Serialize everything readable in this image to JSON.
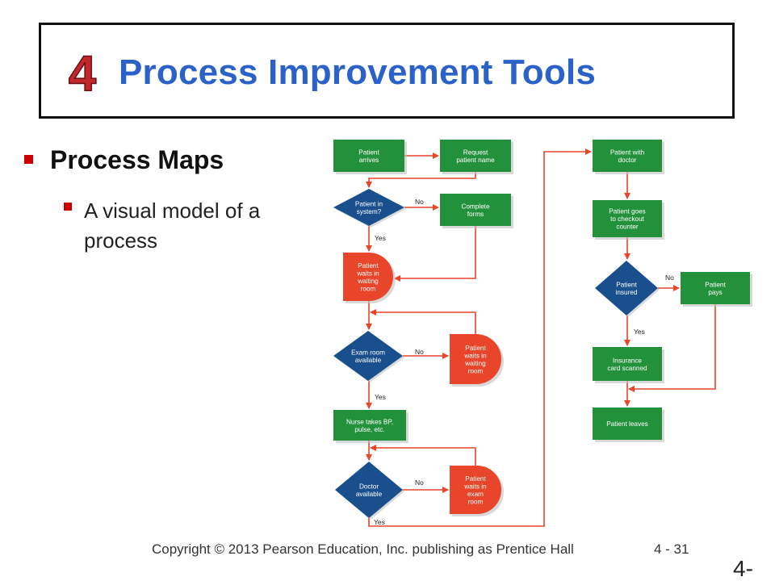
{
  "slide": {
    "badge_number": "4",
    "title": "Process Improvement Tools",
    "bullet1": "Process Maps",
    "bullet2": "A visual model of a process",
    "footer": "Copyright © 2013 Pearson Education, Inc. publishing as Prentice Hall",
    "page": "4 - 31",
    "chapter": "4-"
  },
  "colors": {
    "title": "#2a62c9",
    "bullet": "#cc0000",
    "process": "#23913c",
    "decision": "#1a4f8e",
    "delay": "#e8452a",
    "arrow": "#e8452a"
  },
  "diagram": {
    "nodes": [
      {
        "id": "arrive",
        "kind": "process",
        "lines": [
          "Patient",
          "arrives"
        ]
      },
      {
        "id": "request",
        "kind": "process",
        "lines": [
          "Request",
          "patient name"
        ]
      },
      {
        "id": "insystem",
        "kind": "decision",
        "lines": [
          "Patient in",
          "system?"
        ]
      },
      {
        "id": "forms",
        "kind": "process",
        "lines": [
          "Complete",
          "forms"
        ]
      },
      {
        "id": "wait1",
        "kind": "delay",
        "lines": [
          "Patient",
          "waits in",
          "waiting",
          "room"
        ]
      },
      {
        "id": "examavail",
        "kind": "decision",
        "lines": [
          "Exam room",
          "available"
        ]
      },
      {
        "id": "wait2",
        "kind": "delay",
        "lines": [
          "Patient",
          "waits in",
          "waiting",
          "room"
        ]
      },
      {
        "id": "nurse",
        "kind": "process",
        "lines": [
          "Nurse takes BP,",
          "pulse, etc."
        ]
      },
      {
        "id": "docavail",
        "kind": "decision",
        "lines": [
          "Doctor",
          "available"
        ]
      },
      {
        "id": "wait3",
        "kind": "delay",
        "lines": [
          "Patient",
          "waits in",
          "exam",
          "room"
        ]
      },
      {
        "id": "withdoc",
        "kind": "process",
        "lines": [
          "Patient with",
          "doctor"
        ]
      },
      {
        "id": "checkout",
        "kind": "process",
        "lines": [
          "Patient goes",
          "to checkout",
          "counter"
        ]
      },
      {
        "id": "insured",
        "kind": "decision",
        "lines": [
          "Patient",
          "insured"
        ]
      },
      {
        "id": "pays",
        "kind": "process",
        "lines": [
          "Patient",
          "pays"
        ]
      },
      {
        "id": "card",
        "kind": "process",
        "lines": [
          "Insurance",
          "card scanned"
        ]
      },
      {
        "id": "leaves",
        "kind": "process",
        "lines": [
          "Patient leaves"
        ]
      }
    ],
    "labels": [
      {
        "id": "no1",
        "text": "No"
      },
      {
        "id": "yes1",
        "text": "Yes"
      },
      {
        "id": "no2",
        "text": "No"
      },
      {
        "id": "yes2",
        "text": "Yes"
      },
      {
        "id": "no3",
        "text": "No"
      },
      {
        "id": "yes3",
        "text": "Yes"
      },
      {
        "id": "no4",
        "text": "No"
      },
      {
        "id": "yes4",
        "text": "Yes"
      }
    ]
  }
}
